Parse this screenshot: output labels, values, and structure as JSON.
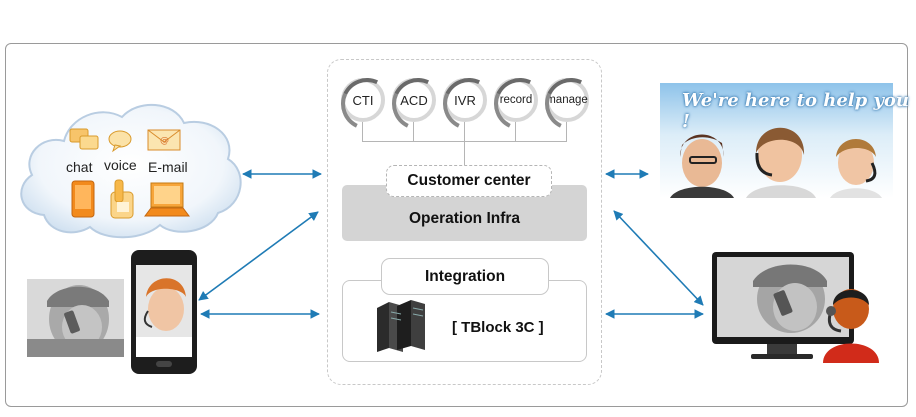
{
  "channels": {
    "chat_label": "chat",
    "voice_label": "voice",
    "email_label": "E-mail"
  },
  "modules": [
    {
      "label": "CTI"
    },
    {
      "label": "ACD"
    },
    {
      "label": "IVR"
    },
    {
      "label": "record"
    },
    {
      "label": "manage"
    }
  ],
  "center": {
    "customer_center_label": "Customer center",
    "operation_infra_label": "Operation Infra",
    "integration_label": "Integration",
    "tblock_label": "[ TBlock 3C ]"
  },
  "banner": {
    "text": "We're here to help you !"
  },
  "colors": {
    "arrow": "#1f7bb5",
    "panel_gray": "#d4d4d4",
    "cloud_blue": "#dbe8f5"
  }
}
